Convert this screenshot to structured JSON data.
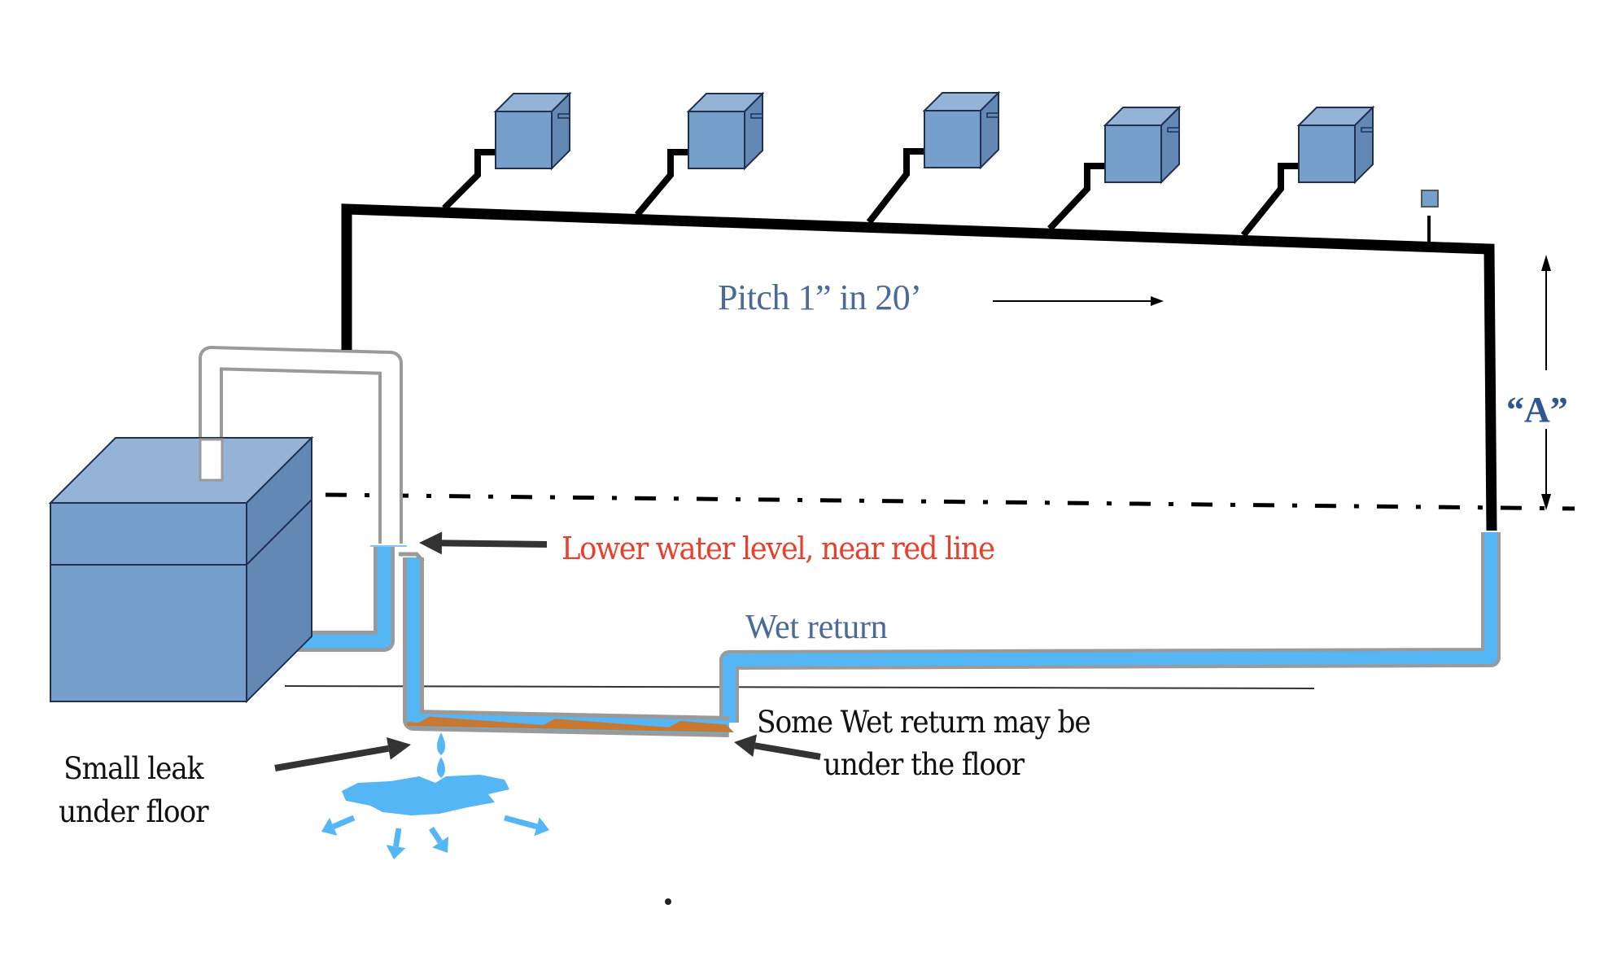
{
  "title": "One-pipe steam system with leaking wet return",
  "labels": {
    "pitch": "Pitch 1” in 20’",
    "dimension_a": "“A”",
    "water_level": "Lower water level, near red line",
    "wet_return": "Wet return",
    "under_floor_line1": "Some Wet return may be",
    "under_floor_line2": "under the floor",
    "leak_line1": "Small leak",
    "leak_line2": "under floor"
  },
  "components": {
    "boiler": "boiler",
    "radiators": [
      "radiator-1",
      "radiator-2",
      "radiator-3",
      "radiator-4",
      "radiator-5"
    ],
    "main_vent": "main-air-vent",
    "steam_main": "steam-main",
    "equalizer": "equalizer-header",
    "wet_return": "wet-return-pipe",
    "sediment": "sediment-in-return",
    "water_line": "boiler-water-line",
    "floor": "floor-line",
    "leak": "water-leak-puddle"
  },
  "colors": {
    "radiator_front": "#779fcb",
    "radiator_top": "#94b3d6",
    "radiator_side": "#6488b4",
    "outline": "#1f3050",
    "steam_pipe": "#000000",
    "water": "#55b6f5",
    "pipe_wall": "#9a9a9a",
    "sediment": "#c87830",
    "pitch_text": "#4b6a97",
    "a_text": "#2e5597",
    "water_level_text": "#e8402a",
    "note_text": "#111111",
    "arrow": "#333333"
  }
}
